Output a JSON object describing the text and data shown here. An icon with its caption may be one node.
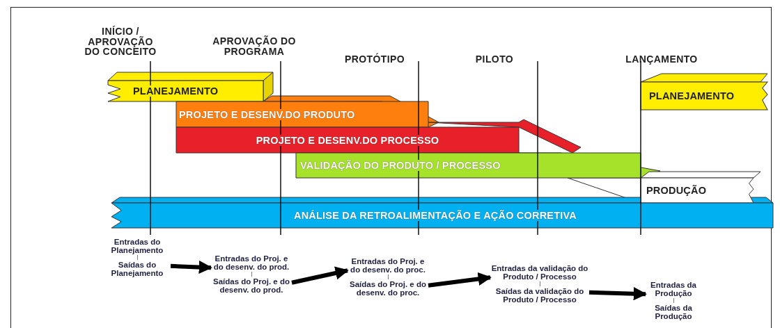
{
  "diagram": {
    "nodes": [
      {
        "text": [
          "PLANEJAMENTO"
        ]
      },
      {
        "text": [
          "PROJETO E DESENV.DO PRODUTO"
        ]
      },
      {
        "text": [
          "PROJETO E DESENV.DO PROCESSO"
        ]
      },
      {
        "text": [
          "VALIDAÇÃO DO PRODUTO / PROCESSO"
        ]
      },
      {
        "text": [
          "PLANEJAMENTO"
        ]
      },
      {
        "text": [
          "PRODUÇÃO"
        ]
      },
      {
        "text": [
          "ANÁLISE DA RETROALIMENTAÇÃO E AÇÃO CORRETIVA"
        ]
      },
      {
        "text": [
          "Entradas do Planejamento",
          "Saídas do Planejamento"
        ]
      },
      {
        "text": [
          "Entradas do Proj. e do desenv. do prod.",
          "Saídas do Proj. e do desenv. do prod."
        ]
      },
      {
        "text": [
          "Entradas do Proj. e do desenv. do proc.",
          "Saídas do Proj. e do desenv. do proc."
        ]
      },
      {
        "text": [
          "Entradas da validação do Produto / Processo",
          "Saídas da validação do Produto / Processo"
        ]
      },
      {
        "text": [
          "Entradas da Produção",
          "Saídas da Produção"
        ]
      }
    ],
    "edges": [
      {
        "from": 7,
        "to": 8,
        "arrow": "to"
      },
      {
        "from": 8,
        "to": 9,
        "arrow": "to"
      },
      {
        "from": 9,
        "to": 10,
        "arrow": "to"
      },
      {
        "from": 10,
        "to": 11,
        "arrow": "to"
      }
    ],
    "labels": [
      "INÍCIO / APROVAÇÃO DO CONCEITO",
      "APROVAÇÃO DO PROGRAMA",
      "PROTÓTIPO",
      "PILOTO",
      "LANÇAMENTO"
    ]
  }
}
